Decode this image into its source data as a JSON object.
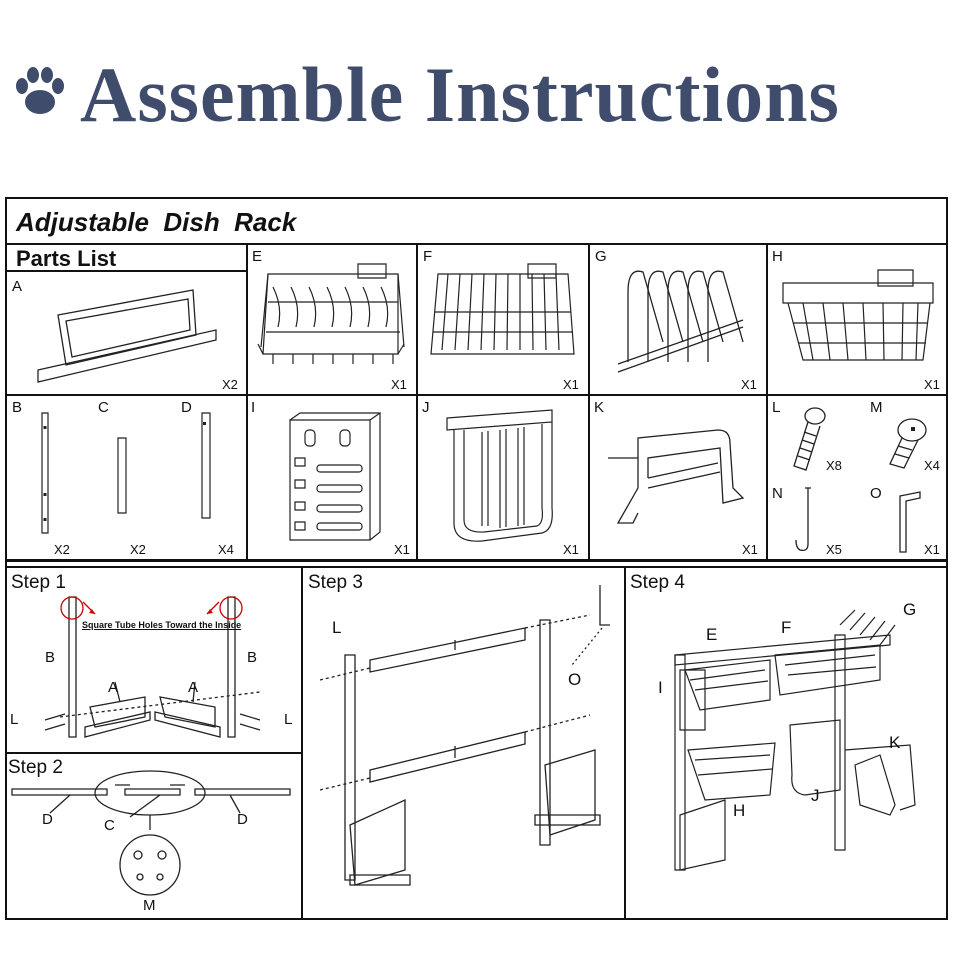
{
  "header": {
    "title": "Assemble Instructions",
    "logo_icon": "paw-print-icon",
    "title_color": "#3f4c6b"
  },
  "rack_title": "Adjustable  Dish  Rack",
  "parts_list": {
    "title": "Parts List",
    "parts": [
      {
        "letter": "A",
        "qty": "X2"
      },
      {
        "letter": "E",
        "qty": "X1"
      },
      {
        "letter": "F",
        "qty": "X1"
      },
      {
        "letter": "G",
        "qty": "X1"
      },
      {
        "letter": "H",
        "qty": "X1"
      },
      {
        "letter": "B",
        "qty": "X2"
      },
      {
        "letter": "C",
        "qty": "X2"
      },
      {
        "letter": "D",
        "qty": "X4"
      },
      {
        "letter": "I",
        "qty": "X1"
      },
      {
        "letter": "J",
        "qty": "X1"
      },
      {
        "letter": "K",
        "qty": "X1"
      },
      {
        "letter": "L",
        "qty": "X8"
      },
      {
        "letter": "M",
        "qty": "X4"
      },
      {
        "letter": "N",
        "qty": "X5"
      },
      {
        "letter": "O",
        "qty": "X1"
      }
    ]
  },
  "steps": {
    "step1": {
      "title": "Step 1",
      "note": "Square Tube Holes Toward the Inside",
      "labels": [
        "B",
        "B",
        "A",
        "A",
        "L",
        "L"
      ]
    },
    "step2": {
      "title": "Step 2",
      "labels": [
        "D",
        "C",
        "D",
        "M"
      ]
    },
    "step3": {
      "title": "Step 3",
      "labels": [
        "L",
        "O"
      ]
    },
    "step4": {
      "title": "Step 4",
      "labels": [
        "E",
        "F",
        "G",
        "I",
        "K",
        "H",
        "J"
      ]
    }
  }
}
